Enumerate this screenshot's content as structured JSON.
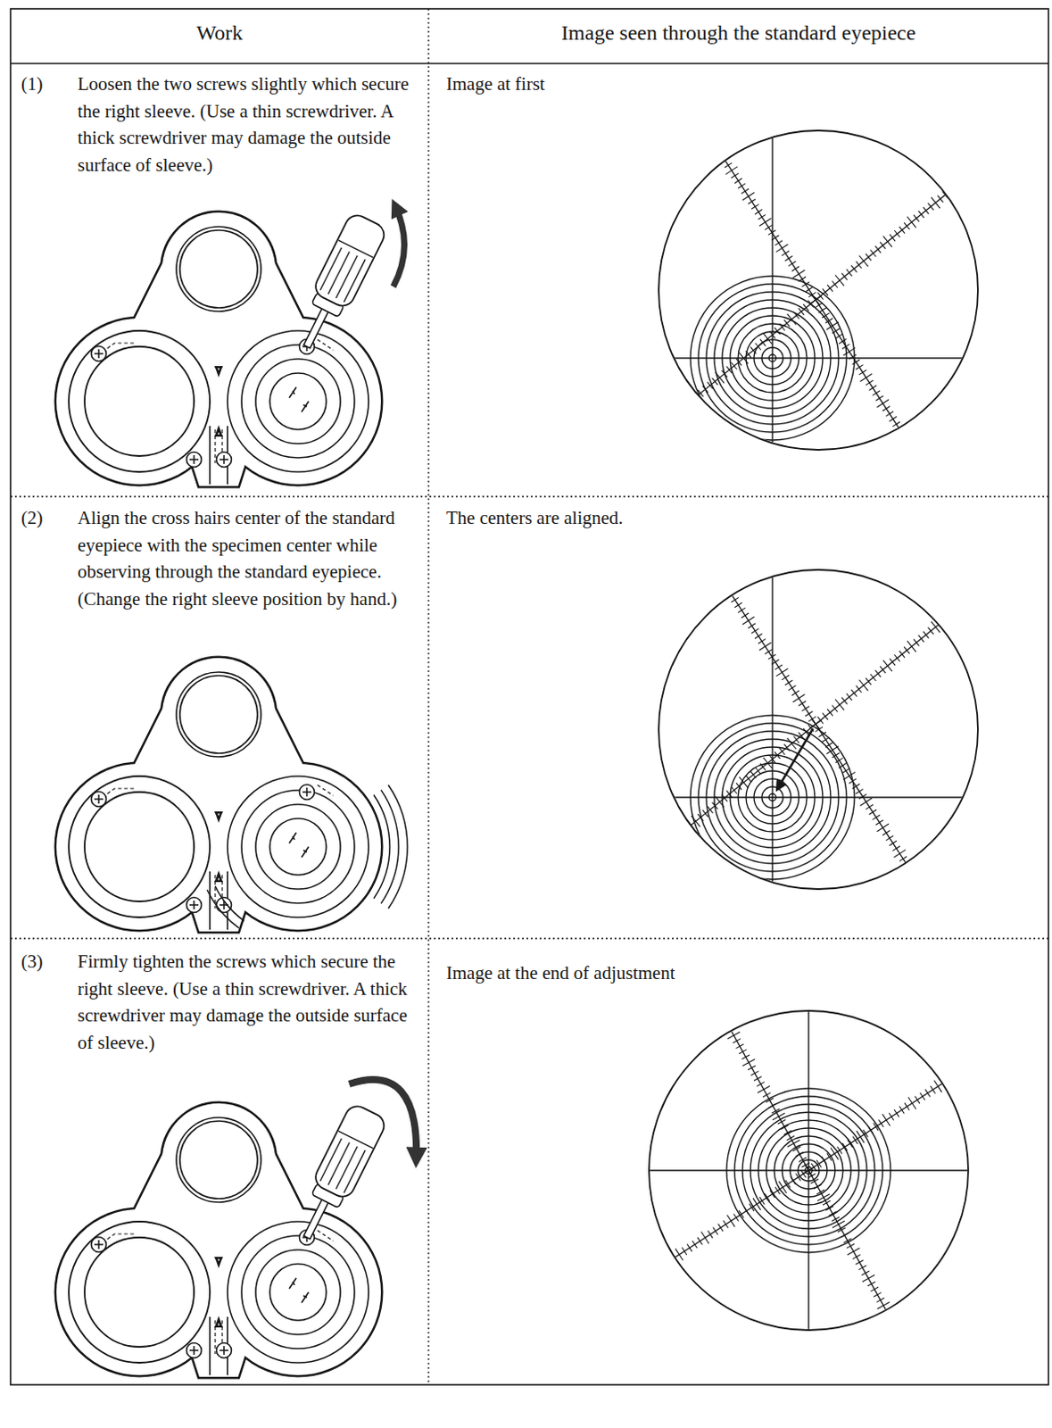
{
  "diagram": {
    "labels": [
      "Work",
      "Image seen through the standard eyepiece",
      "(1)",
      "Loosen the two screws slightly which secure the right sleeve. (Use a thin screwdriver. A thick screwdriver may damage the outside surface of sleeve.)",
      "Image at first",
      "(2)",
      "Align the cross hairs center of the standard eyepiece with the specimen center while observing through the standard eyepiece. (Change the right sleeve position by hand.)",
      "The centers are aligned.",
      "(3)",
      "Firmly tighten the screws which secure the right sleeve. (Use a thin screwdriver. A thick screwdriver may damage the outside surface of sleeve.)",
      "Image at the end of adjustment"
    ]
  }
}
